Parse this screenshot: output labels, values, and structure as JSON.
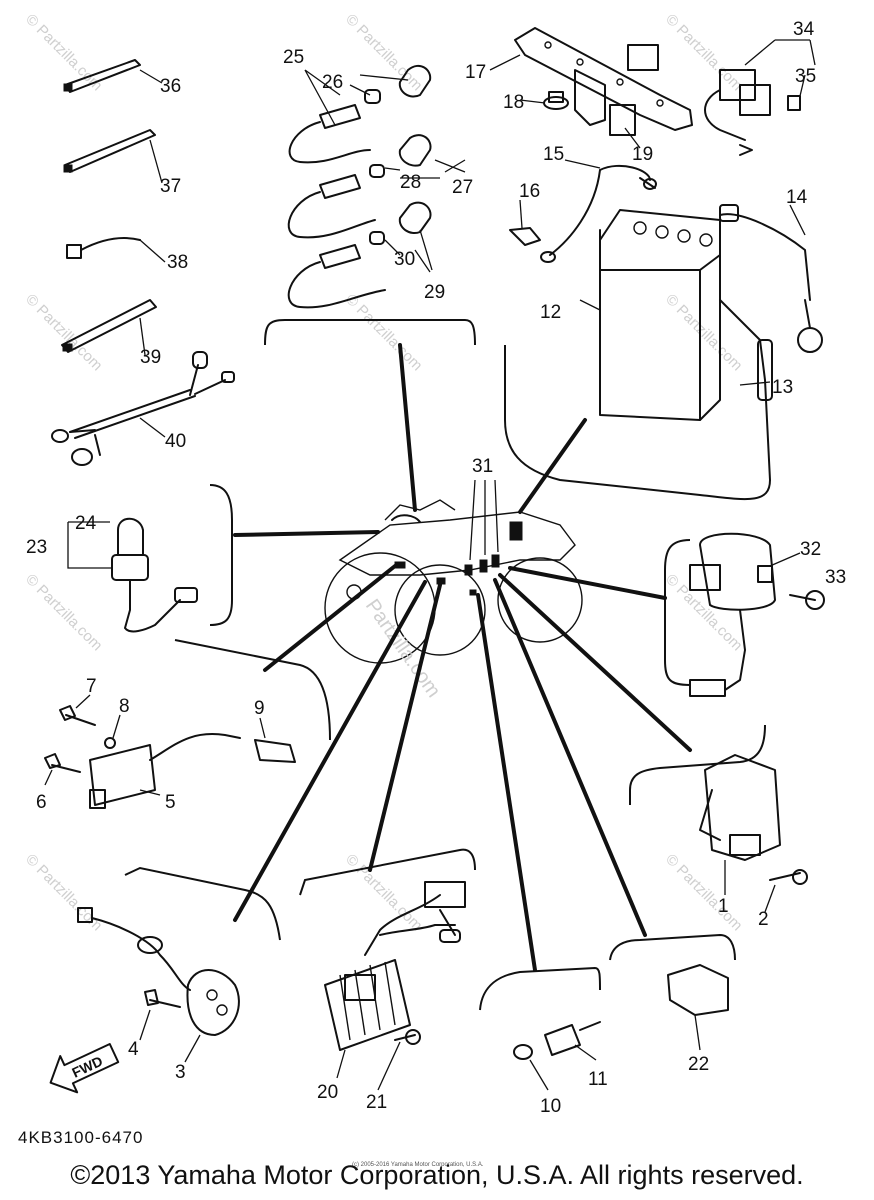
{
  "diagram": {
    "code": "4KB3100-6470",
    "copyright": "©2013 Yamaha Motor Corporation, U.S.A. All rights reserved.",
    "credit": "(c) 2005-2016 Yamaha Motor Corporation, U.S.A.",
    "watermark": "Partzilla.com",
    "watermark_small": "© Partzilla.com",
    "fwd_label": "FWD",
    "callouts": [
      "1",
      "2",
      "3",
      "4",
      "5",
      "6",
      "7",
      "8",
      "9",
      "10",
      "11",
      "12",
      "13",
      "14",
      "15",
      "16",
      "17",
      "18",
      "19",
      "20",
      "21",
      "22",
      "23",
      "24",
      "25",
      "26",
      "27",
      "28",
      "29",
      "30",
      "31",
      "32",
      "33",
      "34",
      "35",
      "36",
      "37",
      "38",
      "39",
      "40"
    ]
  }
}
